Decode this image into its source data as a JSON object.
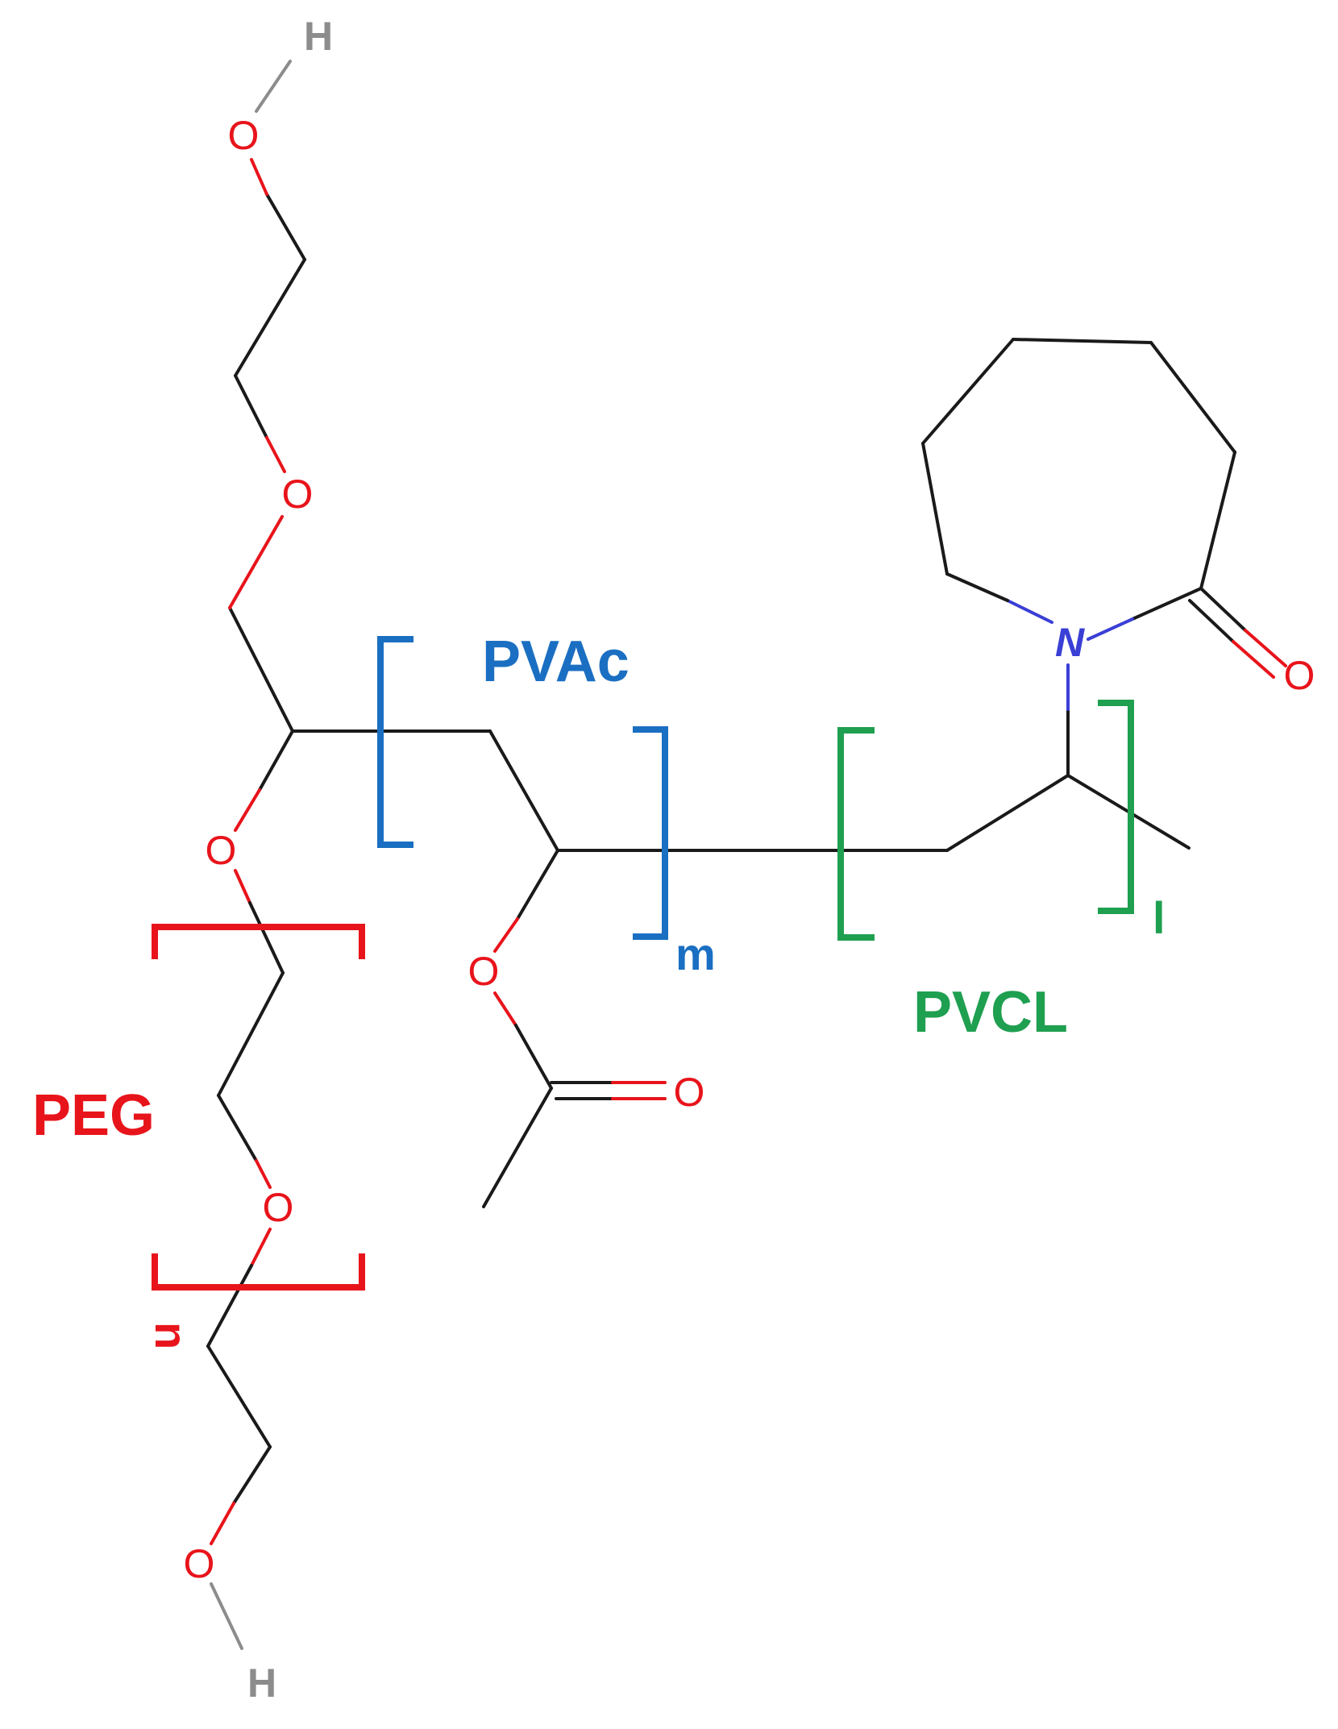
{
  "colors": {
    "bond": "#1a1a1a",
    "oxygen": "#e8141b",
    "hydrogen": "#8c8c8c",
    "nitrogen": "#3a3fd6",
    "peg": "#e8141b",
    "pvac": "#1b6fc2",
    "pvcl": "#1f9f50"
  },
  "atoms": {
    "h_top": "H",
    "o_top": "O",
    "o_ether_upper": "O",
    "o_backbone": "O",
    "o_peg_mid": "O",
    "o_peg_bottom": "O",
    "h_bottom": "H",
    "o_ester": "O",
    "o_carbonyl": "O",
    "n_ring": "N",
    "o_lactam": "O"
  },
  "segments": {
    "peg": {
      "label": "PEG",
      "subscript": "n"
    },
    "pvac": {
      "label": "PVAc",
      "subscript": "m"
    },
    "pvcl": {
      "label": "PVCL",
      "subscript": "l"
    }
  }
}
